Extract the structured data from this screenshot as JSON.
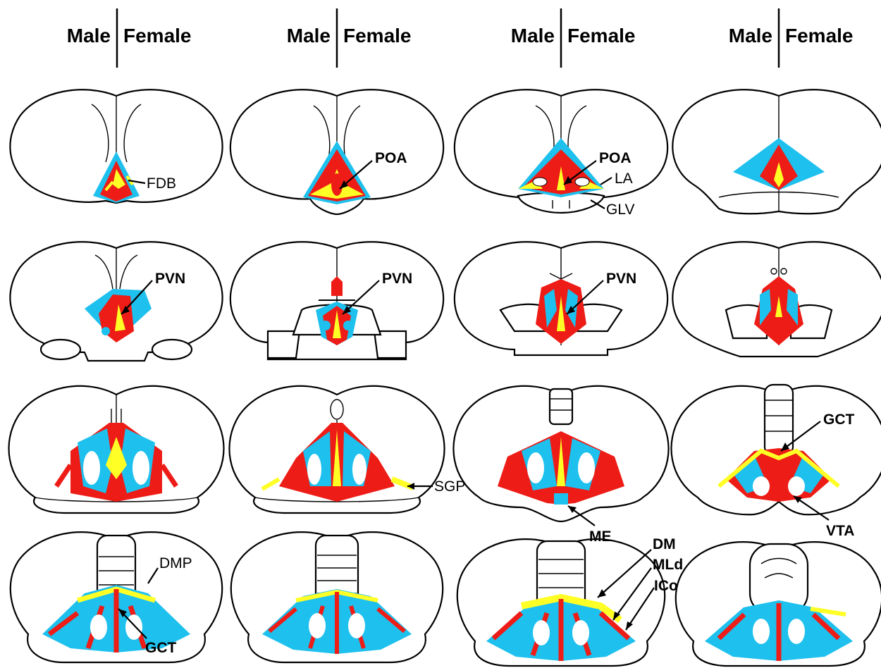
{
  "colors": {
    "blue": "#1ec0ee",
    "red": "#ee1c16",
    "yellow": "#ffff26",
    "line": "#000000"
  },
  "headers": [
    {
      "male": "Male",
      "female": "Female"
    },
    {
      "male": "Male",
      "female": "Female"
    },
    {
      "male": "Male",
      "female": "Female"
    },
    {
      "male": "Male",
      "female": "Female"
    }
  ],
  "labels": {
    "fdb": "FDB",
    "poa_1": "POA",
    "poa_2": "POA",
    "la": "LA",
    "glv": "GLV",
    "pvn_1": "PVN",
    "pvn_2": "PVN",
    "pvn_3": "PVN",
    "gct_row3": "GCT",
    "sgp": "SGP",
    "me": "ME",
    "vta": "VTA",
    "dmp": "DMP",
    "gct_row4": "GCT",
    "dm": "DM",
    "mld": "MLd",
    "ico": "ICo"
  }
}
